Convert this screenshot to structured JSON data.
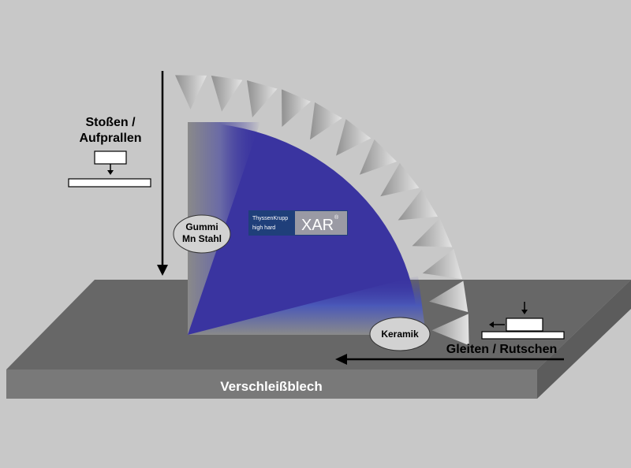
{
  "labels": {
    "impact_line1": "Stoßen /",
    "impact_line2": "Aufprallen",
    "sliding": "Gleiten / Rutschen",
    "plate": "Verschleißblech",
    "rubber_line1": "Gummi",
    "rubber_line2": "Mn Stahl",
    "ceramic": "Keramik"
  },
  "logo": {
    "brand": "ThyssenKrupp",
    "subline": "high hard",
    "product": "XAR",
    "mark": "®"
  },
  "colors": {
    "background": "#c8c8c8",
    "plate_top": "#676767",
    "plate_front": "#797979",
    "quarter_blue": "#3a34a0",
    "logo_blue": "#1f3f7a",
    "logo_grey": "#9a9aa4"
  }
}
